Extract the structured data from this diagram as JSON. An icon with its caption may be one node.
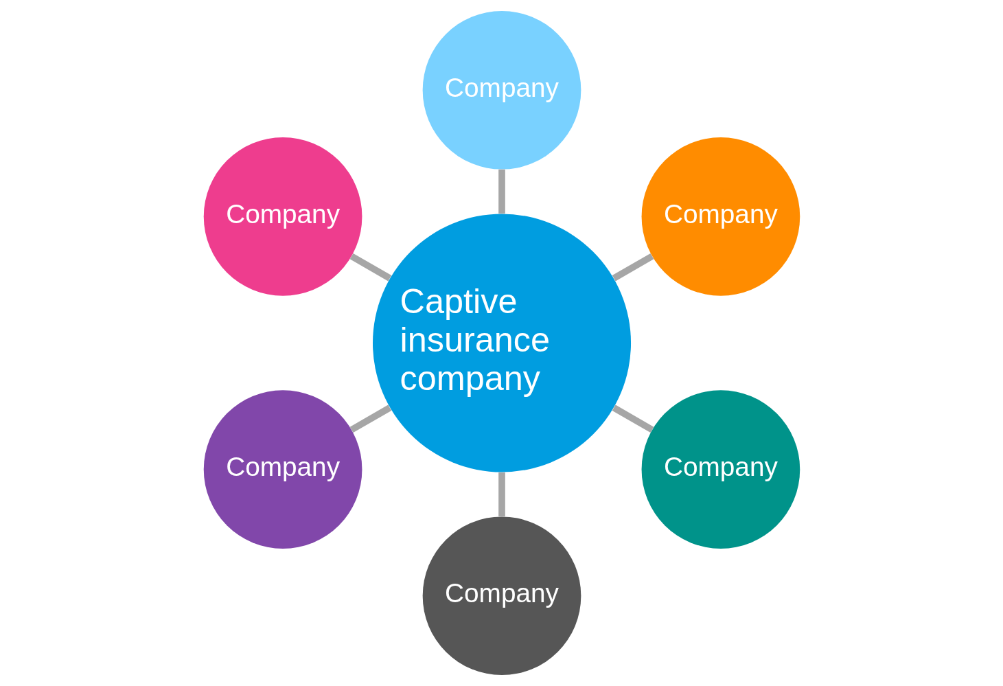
{
  "diagram": {
    "nodes": [
      {
        "text": [
          "Company"
        ]
      },
      {
        "text": [
          "Company"
        ]
      },
      {
        "text": [
          "Company"
        ]
      },
      {
        "text": [
          "Captive insurance company"
        ]
      },
      {
        "text": [
          "Company"
        ]
      },
      {
        "text": [
          "Company"
        ]
      },
      {
        "text": [
          "Company"
        ]
      }
    ],
    "edges": [
      {
        "from": 3,
        "to": 0,
        "arrow": "none"
      },
      {
        "from": 3,
        "to": 1,
        "arrow": "none"
      },
      {
        "from": 3,
        "to": 4,
        "arrow": "none"
      },
      {
        "from": 3,
        "to": 6,
        "arrow": "none"
      },
      {
        "from": 3,
        "to": 5,
        "arrow": "none"
      },
      {
        "from": 3,
        "to": 2,
        "arrow": "none"
      }
    ]
  }
}
